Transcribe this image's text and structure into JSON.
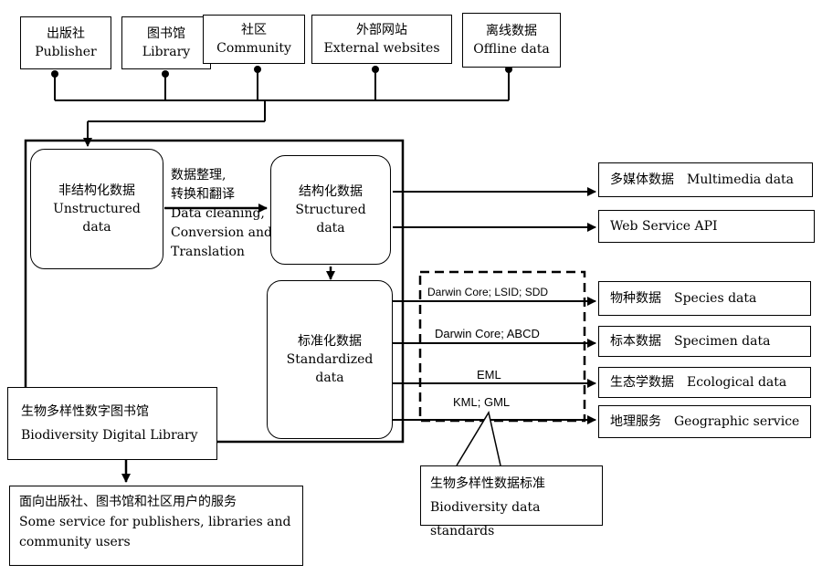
{
  "sources": {
    "publisher": {
      "zh": "出版社",
      "en": "Publisher"
    },
    "library": {
      "zh": "图书馆",
      "en": "Library"
    },
    "community": {
      "zh": "社区",
      "en": "Community"
    },
    "external": {
      "zh": "外部网站",
      "en": "External websites"
    },
    "offline": {
      "zh": "离线数据",
      "en": "Offline data"
    }
  },
  "unstructured": {
    "zh": "非结构化数据",
    "en1": "Unstructured",
    "en2": "data"
  },
  "process": {
    "line1": "数据整理,",
    "line2": "转换和翻译",
    "line3": "Data cleaning,",
    "line4": "Conversion and",
    "line5": "Translation"
  },
  "structured": {
    "zh": "结构化数据",
    "en1": "Structured",
    "en2": "data"
  },
  "standardized": {
    "zh": "标准化数据",
    "en1": "Standardized",
    "en2": "data"
  },
  "library_box": {
    "zh": "生物多样性数字图书馆",
    "en": "Biodiversity Digital Library"
  },
  "service": {
    "zh": "面向出版社、图书馆和社区用户的服务",
    "en1": "Some service for publishers, libraries and",
    "en2": "community users"
  },
  "outputs": {
    "multimedia": {
      "zh": "多媒体数据",
      "en": "Multimedia data"
    },
    "webapi": {
      "en": "Web Service API"
    },
    "species": {
      "zh": "物种数据",
      "en": "Species data"
    },
    "specimen": {
      "zh": "标本数据",
      "en": "Specimen data"
    },
    "ecological": {
      "zh": "生态学数据",
      "en": "Ecological data"
    },
    "geographic": {
      "zh": "地理服务",
      "en": "Geographic service"
    }
  },
  "standards": {
    "darwin_lsid_sdd": "Darwin Core; LSID; SDD",
    "darwin_abcd": "Darwin Core; ABCD",
    "eml": "EML",
    "kml_gml": "KML; GML"
  },
  "standards_box": {
    "zh": "生物多样性数据标准",
    "en": "Biodiversity data standards"
  }
}
